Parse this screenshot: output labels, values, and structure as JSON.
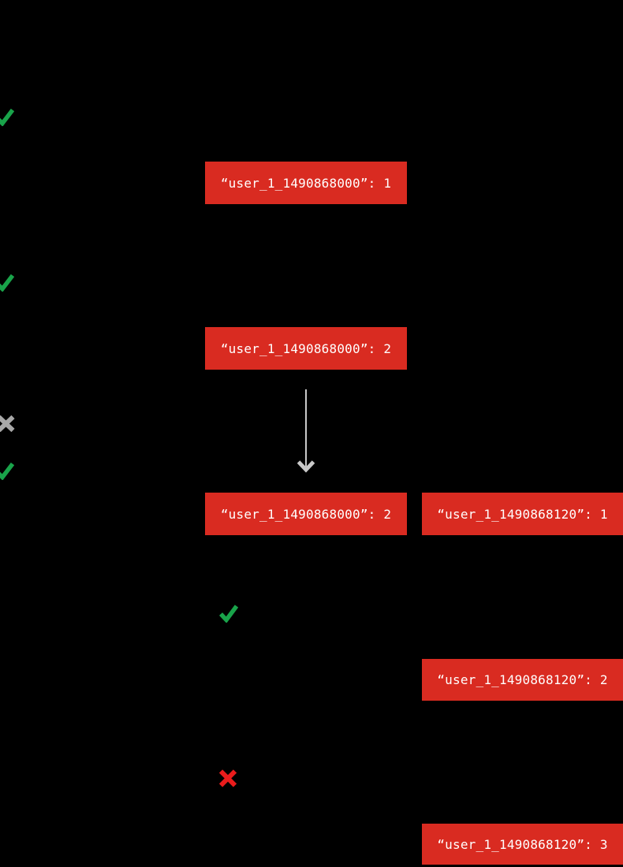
{
  "diagram": {
    "kind": "rate-limit counter diagram",
    "colors": {
      "background": "#000000",
      "box_red": "#d92b21",
      "box_text": "#ffffff",
      "check_green": "#19a34a",
      "cross_gray": "#a8a8a8",
      "cross_red": "#ea1c1c",
      "arrow_gray": "#c9c9c9"
    },
    "icons": {
      "check": "✓",
      "cross": "✕",
      "arrow_down": "↓"
    }
  },
  "counters": [
    {
      "key": "user_1_1490868000",
      "value": 1,
      "label": "“user_1_1490868000”: 1"
    },
    {
      "key": "user_1_1490868000",
      "value": 2,
      "label": "“user_1_1490868000”: 2"
    },
    {
      "key": "user_1_1490868000",
      "value": 2,
      "label": "“user_1_1490868000”: 2"
    },
    {
      "key": "user_1_1490868120",
      "value": 1,
      "label": "“user_1_1490868120”: 1"
    },
    {
      "key": "user_1_1490868120",
      "value": 2,
      "label": "“user_1_1490868120”: 2"
    },
    {
      "key": "user_1_1490868120",
      "value": 3,
      "label": "“user_1_1490868120”: 3"
    }
  ]
}
